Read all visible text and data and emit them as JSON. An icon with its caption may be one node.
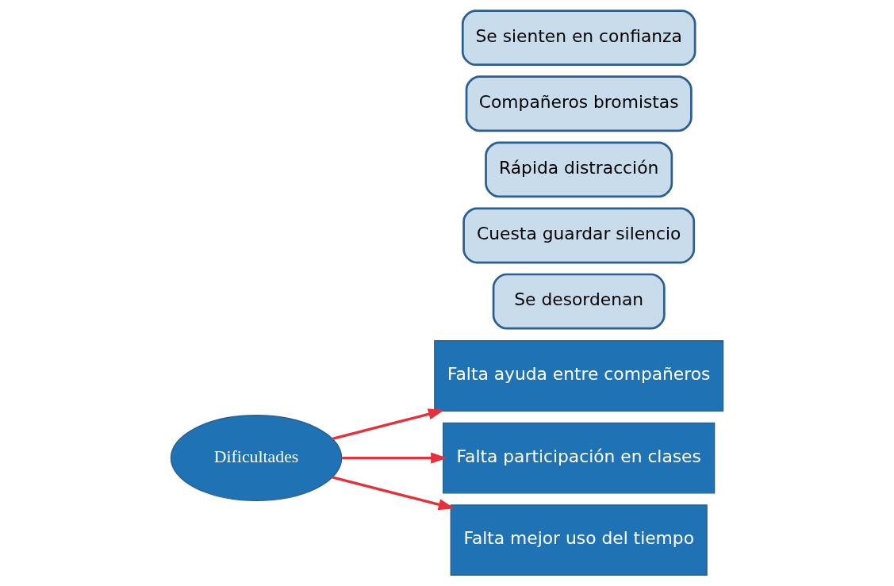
{
  "diagram": {
    "nodes": [
      {
        "text": [
          "Dificultades"
        ]
      },
      {
        "text": [
          "Falta ayuda entre compañeros"
        ]
      },
      {
        "text": [
          "Falta participación en clases"
        ]
      },
      {
        "text": [
          "Falta mejor uso del tiempo"
        ]
      },
      {
        "text": [
          "Se desordenan"
        ]
      },
      {
        "text": [
          "Cuesta guardar silencio"
        ]
      },
      {
        "text": [
          "Rápida distracción"
        ]
      },
      {
        "text": [
          "Compañeros bromistas"
        ]
      },
      {
        "text": [
          "Se sienten en confianza"
        ]
      }
    ],
    "edges": [
      {
        "from": 0,
        "to": 1,
        "arrow": "to"
      },
      {
        "from": 0,
        "to": 2,
        "arrow": "to"
      },
      {
        "from": 0,
        "to": 3,
        "arrow": "to"
      }
    ]
  }
}
